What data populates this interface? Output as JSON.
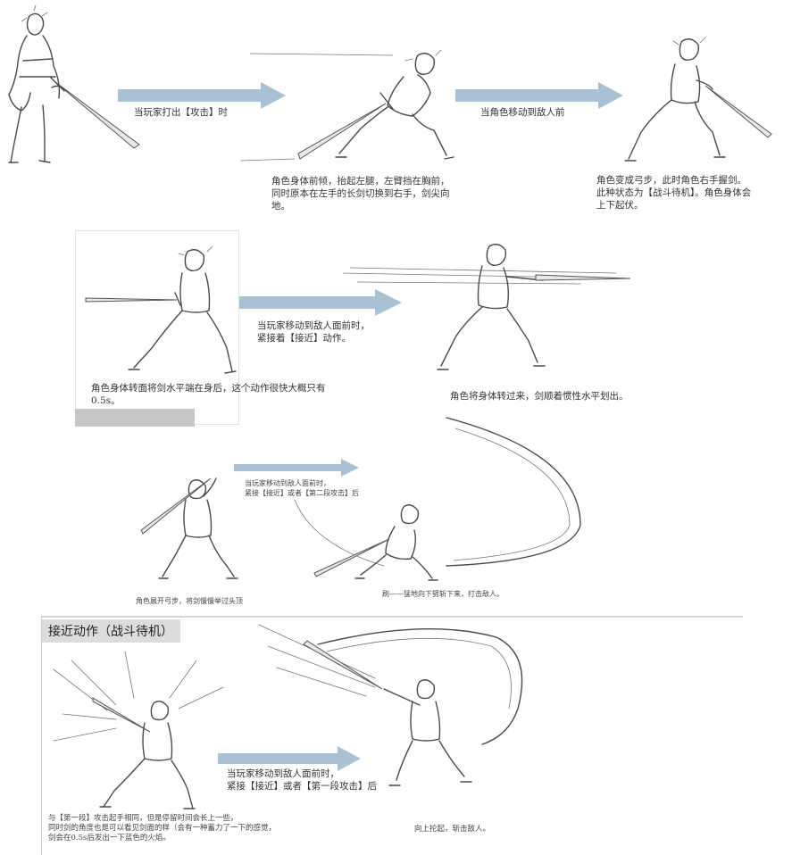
{
  "row1": {
    "arrow1_label": "当玩家打出【攻击】时",
    "arrow2_label": "当角色移动到敌人前",
    "caption_mid": "角色身体前倾，抬起左腿，左臂挡在胸前，\n同时原本在左手的长剑切换到右手，剑尖向\n地。",
    "caption_right": "角色变成弓步，此时角色右手握剑。\n此种状态为【战斗待机】。角色身体会\n上下起伏。"
  },
  "row2": {
    "arrow_label": "当玩家移动到敌人面前时，\n紧接着【接近】动作。",
    "caption_left": "角色身体转面将剑水平端在身后，这个动作很快大概只有\n0.5s。",
    "caption_right": "角色将身体转过来，剑顺着惯性水平划出。"
  },
  "row3": {
    "arrow_label": "当玩家移动到敌人面前时，\n紧接【接近】或者【第二段攻击】后",
    "caption_left": "角色展开弓步，将剑慢慢举过头顶",
    "caption_right": "刷——猛地向下劈斩下来，打击敌人。"
  },
  "section": {
    "header": "接近动作（战斗待机）"
  },
  "row4": {
    "arrow_label": "当玩家移动到敌人面前时，\n紧接【接近】或者【第一段攻击】后",
    "caption_left": "与【第一段】攻击起手相同，但是停留时间会长上一些，\n同时剑的角度也是可以看见剑面的样（会有一种蓄力了一下的感觉，\n剑会在0.5s后发出一下蓝色的火焰。",
    "caption_right": "向上抡起，斩击敌人。"
  },
  "colors": {
    "arrow": "#a9c2d3",
    "header_bg": "#dcdcdc",
    "sketch": "#4a4a4a"
  }
}
